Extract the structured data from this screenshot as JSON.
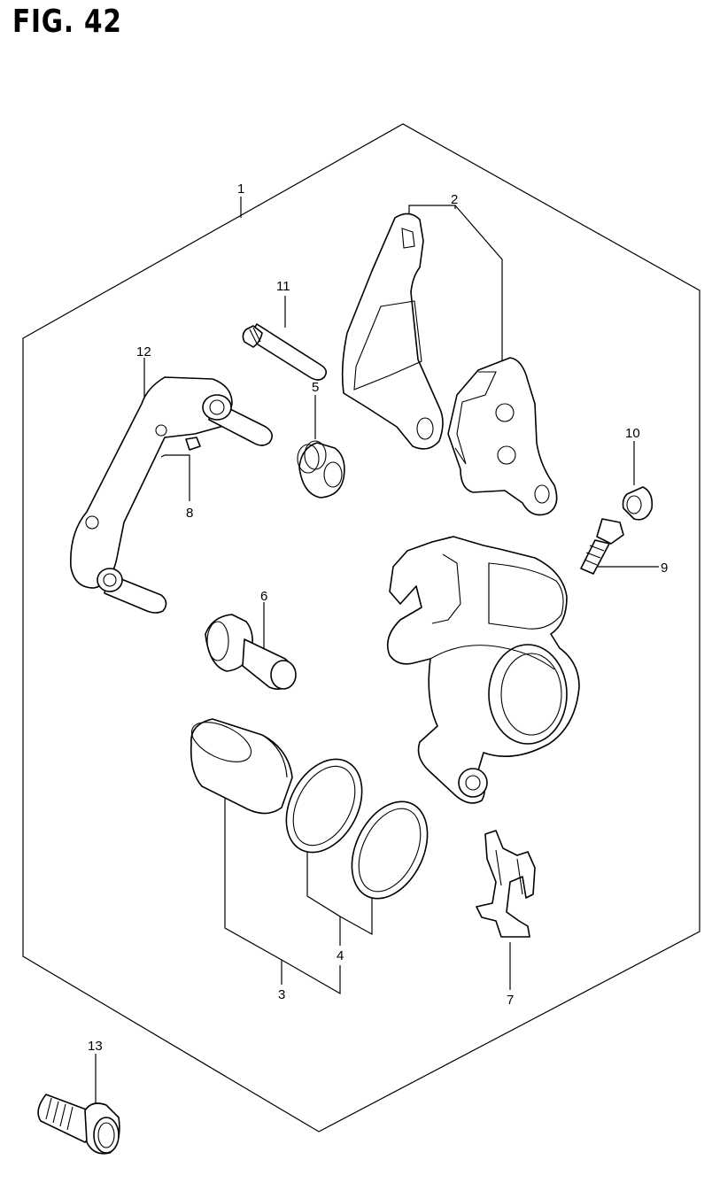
{
  "figure": {
    "title": "FIG. 42"
  },
  "callouts": {
    "c1": "1",
    "c2": "2",
    "c3": "3",
    "c4": "4",
    "c5": "5",
    "c6": "6",
    "c7": "7",
    "c8": "8",
    "c9": "9",
    "c10": "10",
    "c11": "11",
    "c12": "12",
    "c13": "13"
  }
}
